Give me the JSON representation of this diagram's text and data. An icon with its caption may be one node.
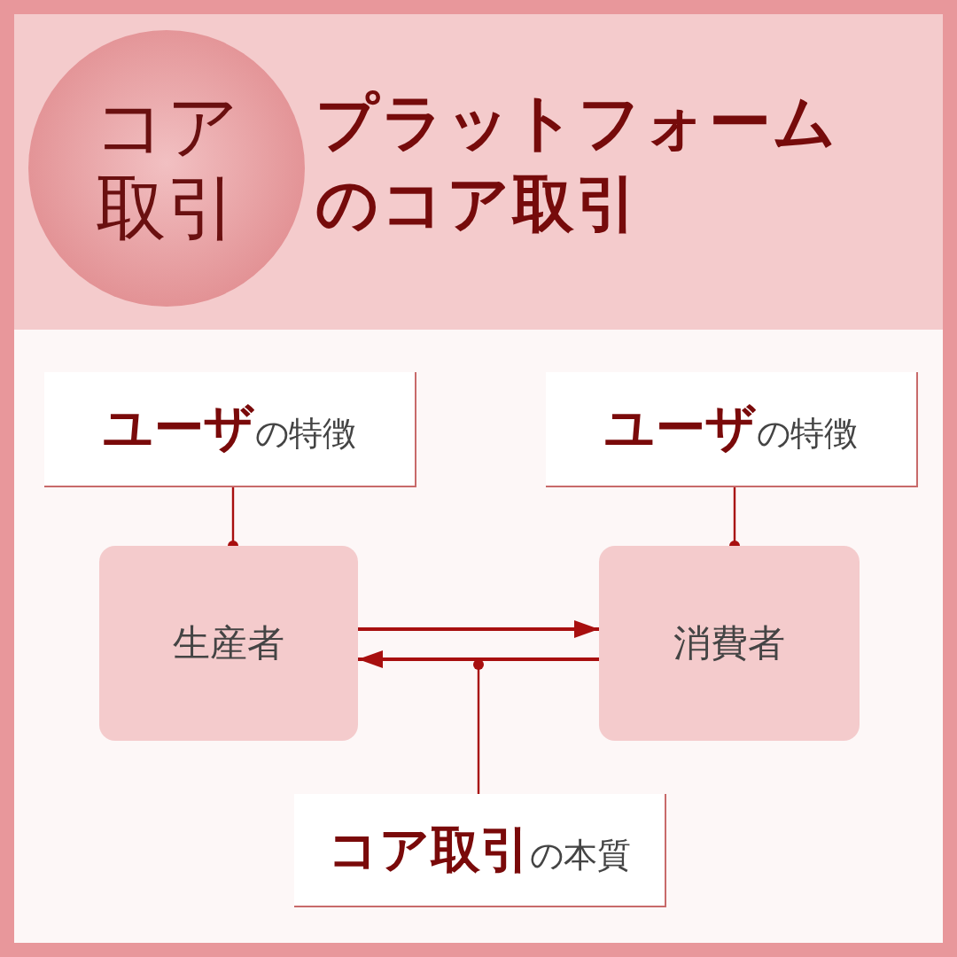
{
  "diagram": {
    "title": "プラットフォームのコア取引",
    "nodes": [
      {
        "text": [
          "コア取引"
        ]
      },
      {
        "text": [
          "**ユーザ**の特徴"
        ]
      },
      {
        "text": [
          "**ユーザ**の特徴"
        ]
      },
      {
        "text": [
          "生産者"
        ]
      },
      {
        "text": [
          "消費者"
        ]
      },
      {
        "text": [
          "**コア取引**の本質"
        ]
      }
    ],
    "edges": [
      {
        "from": 1,
        "to": 3,
        "arrow": "other"
      },
      {
        "from": 2,
        "to": 4,
        "arrow": "other"
      },
      {
        "from": 3,
        "to": 4,
        "arrow": "to"
      },
      {
        "from": 4,
        "to": 3,
        "arrow": "to"
      },
      {
        "from": 5,
        "to": null,
        "arrow": "other"
      }
    ]
  }
}
